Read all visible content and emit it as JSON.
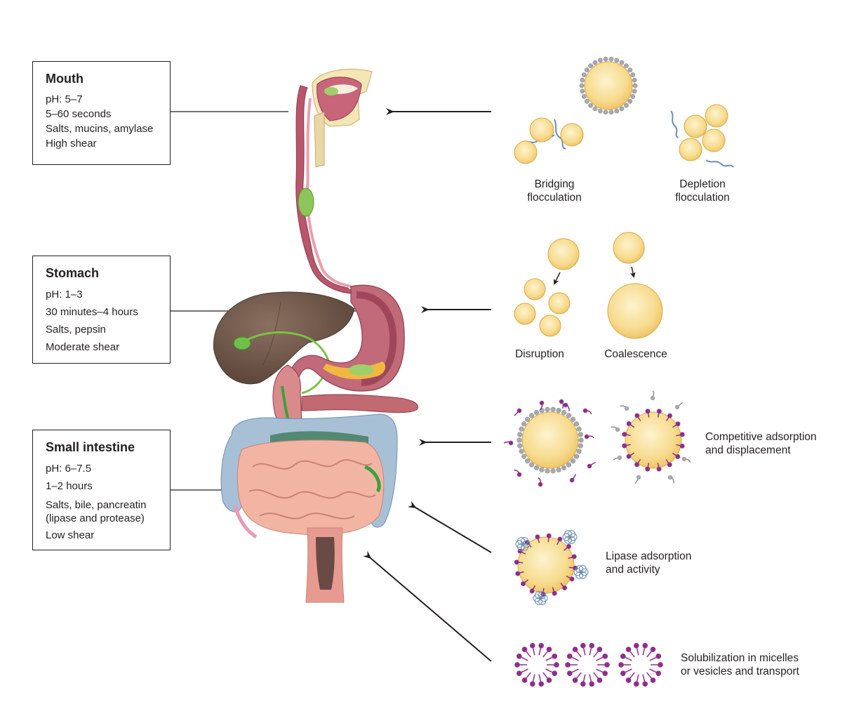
{
  "stages": {
    "mouth": {
      "title": "Mouth",
      "lines": [
        "pH: 5–7",
        "5–60 seconds",
        "Salts, mucins, amylase",
        "High shear"
      ]
    },
    "stomach": {
      "title": "Stomach",
      "lines": [
        "pH: 1–3",
        "30 minutes–4 hours",
        "Salts, pepsin",
        "Moderate shear"
      ]
    },
    "small_intestine": {
      "title": "Small intestine",
      "lines": [
        "pH: 6–7.5",
        "1–2 hours",
        "Salts, bile, pancreatin",
        "(lipase and protease)",
        "Low shear"
      ]
    }
  },
  "processes": {
    "bridging_1": "Bridging",
    "bridging_2": "flocculation",
    "depletion_1": "Depletion",
    "depletion_2": "flocculation",
    "disruption": "Disruption",
    "coalescence": "Coalescence",
    "competitive_1": "Competitive adsorption",
    "competitive_2": "and displacement",
    "lipase_1": "Lipase adsorption",
    "lipase_2": "and activity",
    "solubilization_1": "Solubilization in micelles",
    "solubilization_2": "or vesicles and transport"
  },
  "colors": {
    "droplet_fill": "#f7dc8f",
    "droplet_stroke": "#d9a84a",
    "emulsifier": "#a7a9ac",
    "surfactant": "#8e2f8c",
    "polymer": "#6a8fb3",
    "tissue_pink": "#e8a99a",
    "liver": "#6b5346",
    "colon": "#9fb7cf",
    "bile": "#7cc242"
  }
}
